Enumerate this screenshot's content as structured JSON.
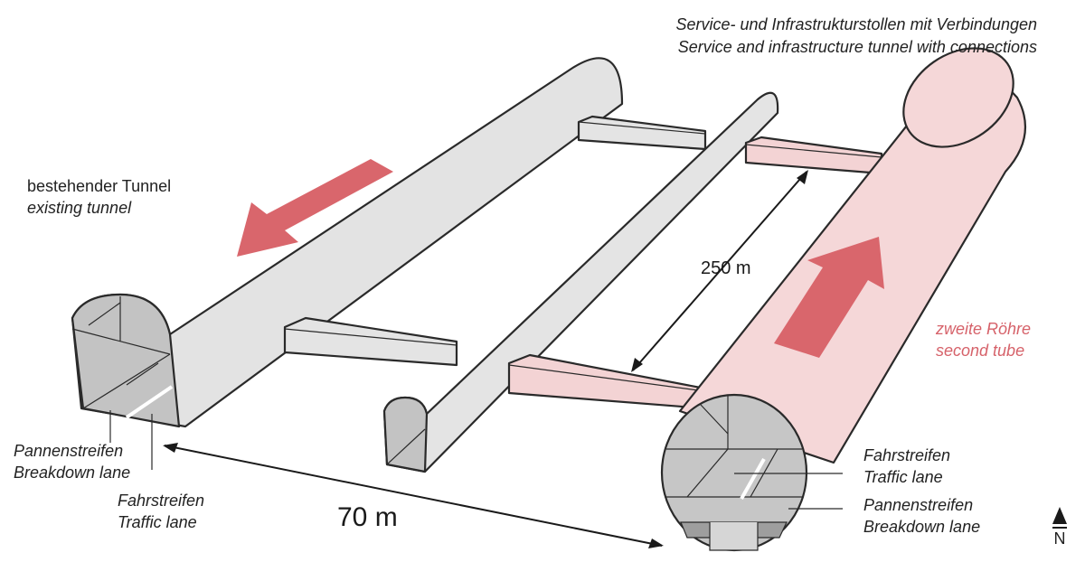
{
  "labels": {
    "service_de": "Service- und Infrastrukturstollen mit Verbindungen",
    "service_en": "Service and infrastructure tunnel with connections",
    "existing_de": "bestehender Tunnel",
    "existing_en": "existing tunnel",
    "second_de": "zweite Röhre",
    "second_en": "second tube",
    "left_breakdown_de": "Pannenstreifen",
    "left_breakdown_en": "Breakdown lane",
    "left_traffic_de": "Fahrstreifen",
    "left_traffic_en": "Traffic lane",
    "right_traffic_de": "Fahrstreifen",
    "right_traffic_en": "Traffic lane",
    "right_breakdown_de": "Pannenstreifen",
    "right_breakdown_en": "Breakdown lane"
  },
  "dimensions": {
    "width": "70 m",
    "spacing": "250 m"
  },
  "compass": {
    "north": "N"
  },
  "colors": {
    "existing_tunnel": "#e3e3e3",
    "second_tube": "#f5d7d8",
    "arrow": "#d9666c",
    "label_red": "#d6626a",
    "section_dark": "#b8b8b8"
  }
}
